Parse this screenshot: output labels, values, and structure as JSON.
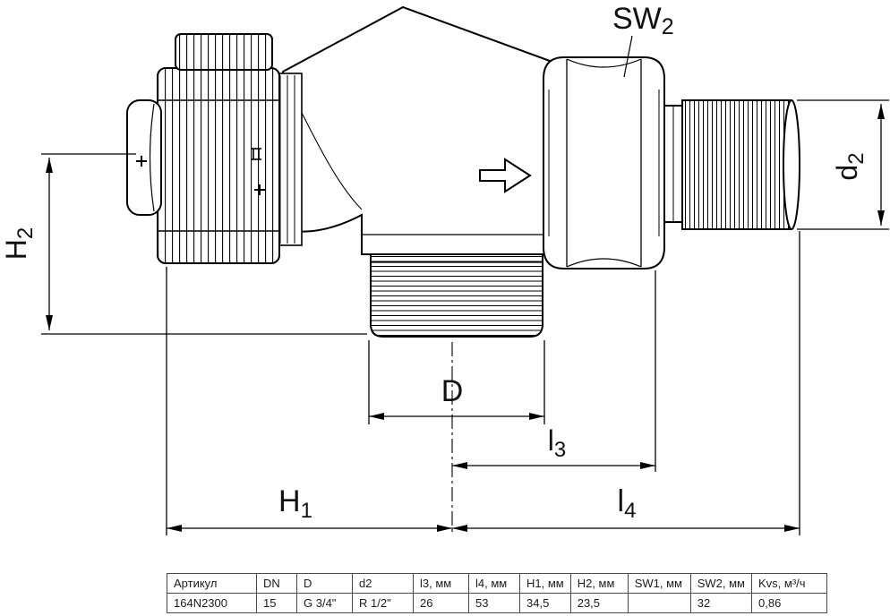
{
  "labels": {
    "sw2": {
      "main": "SW",
      "sub": "2"
    },
    "h2": {
      "main": "H",
      "sub": "2"
    },
    "d2": {
      "main": "d",
      "sub": "2"
    },
    "d": {
      "main": "D",
      "sub": ""
    },
    "l3": {
      "main": "l",
      "sub": "3"
    },
    "h1": {
      "main": "H",
      "sub": "1"
    },
    "l4": {
      "main": "l",
      "sub": "4"
    }
  },
  "table": {
    "headers": [
      "Артикул",
      "DN",
      "D",
      "d2",
      "l3, мм",
      "l4, мм",
      "H1, мм",
      "H2, мм",
      "SW1, мм",
      "SW2, мм",
      "Kvs, м³/ч"
    ],
    "row": [
      "164N2300",
      "15",
      "G 3/4\"",
      "R 1/2\"",
      "26",
      "53",
      "34,5",
      "23,5",
      "",
      "32",
      "0,86"
    ]
  }
}
